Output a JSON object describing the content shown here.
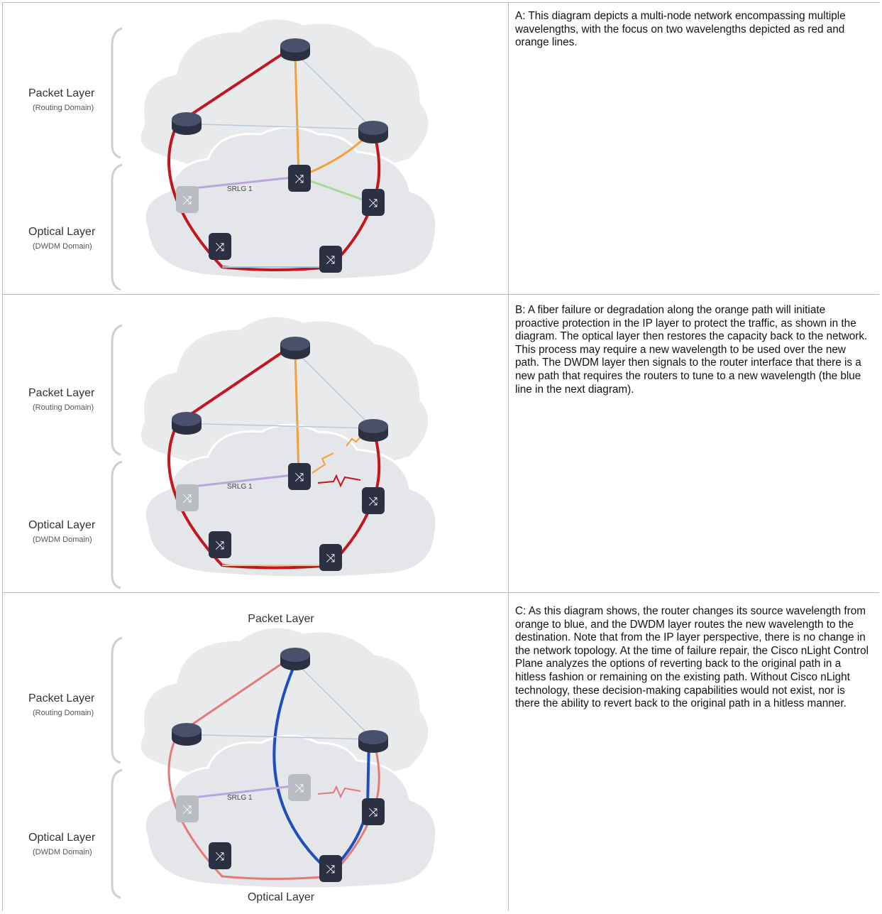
{
  "panels": [
    {
      "id": "A",
      "caption": "A: This diagram depicts a multi-node network encompassing multiple wavelengths, with the focus on two wavelengths depicted as red and orange lines.",
      "packet_label": "Packet Layer",
      "packet_sub": "(Routing Domain)",
      "optical_label": "Optical Layer",
      "optical_sub": "(DWDM Domain)",
      "srlg_label": "SRLG 1"
    },
    {
      "id": "B",
      "caption": "B: A fiber failure or degradation along the orange path will initiate proactive protection in the IP layer to protect the traffic, as shown in the diagram. The optical layer then restores the capacity back to the network. This process may require a new wavelength to be used over the new path. The DWDM layer then signals to the router interface that there is a new path that requires the routers to tune to a new wavelength (the blue line in the next diagram).",
      "packet_label": "Packet Layer",
      "packet_sub": "(Routing Domain)",
      "optical_label": "Optical Layer",
      "optical_sub": "(DWDM Domain)",
      "srlg_label": "SRLG 1"
    },
    {
      "id": "C",
      "caption": "C: As this diagram shows, the router changes its source wavelength from orange to blue, and the DWDM layer routes the new wavelength to the destination. Note that from the IP layer perspective, there is no change in the network topology. At the time of failure repair, the Cisco nLight Control Plane analyzes the options of reverting back to the original path in a hitless fashion or remaining on the existing path. Without Cisco nLight technology, these decision-making capabilities would not exist, nor is there the ability to revert back to the original path in a hitless manner.",
      "packet_label": "Packet Layer",
      "packet_sub": "(Routing Domain)",
      "optical_label": "Optical Layer",
      "optical_sub": "(DWDM Domain)",
      "srlg_label": "SRLG 1",
      "top_title": "Packet Layer",
      "bottom_title": "Optical Layer"
    }
  ],
  "colors": {
    "red_wavelength": "#c0181e",
    "orange_wavelength": "#f2a03a",
    "blue_wavelength": "#1f4fbf",
    "cloud_fill": "#e9eaec",
    "node_fill": "#2b3142"
  }
}
